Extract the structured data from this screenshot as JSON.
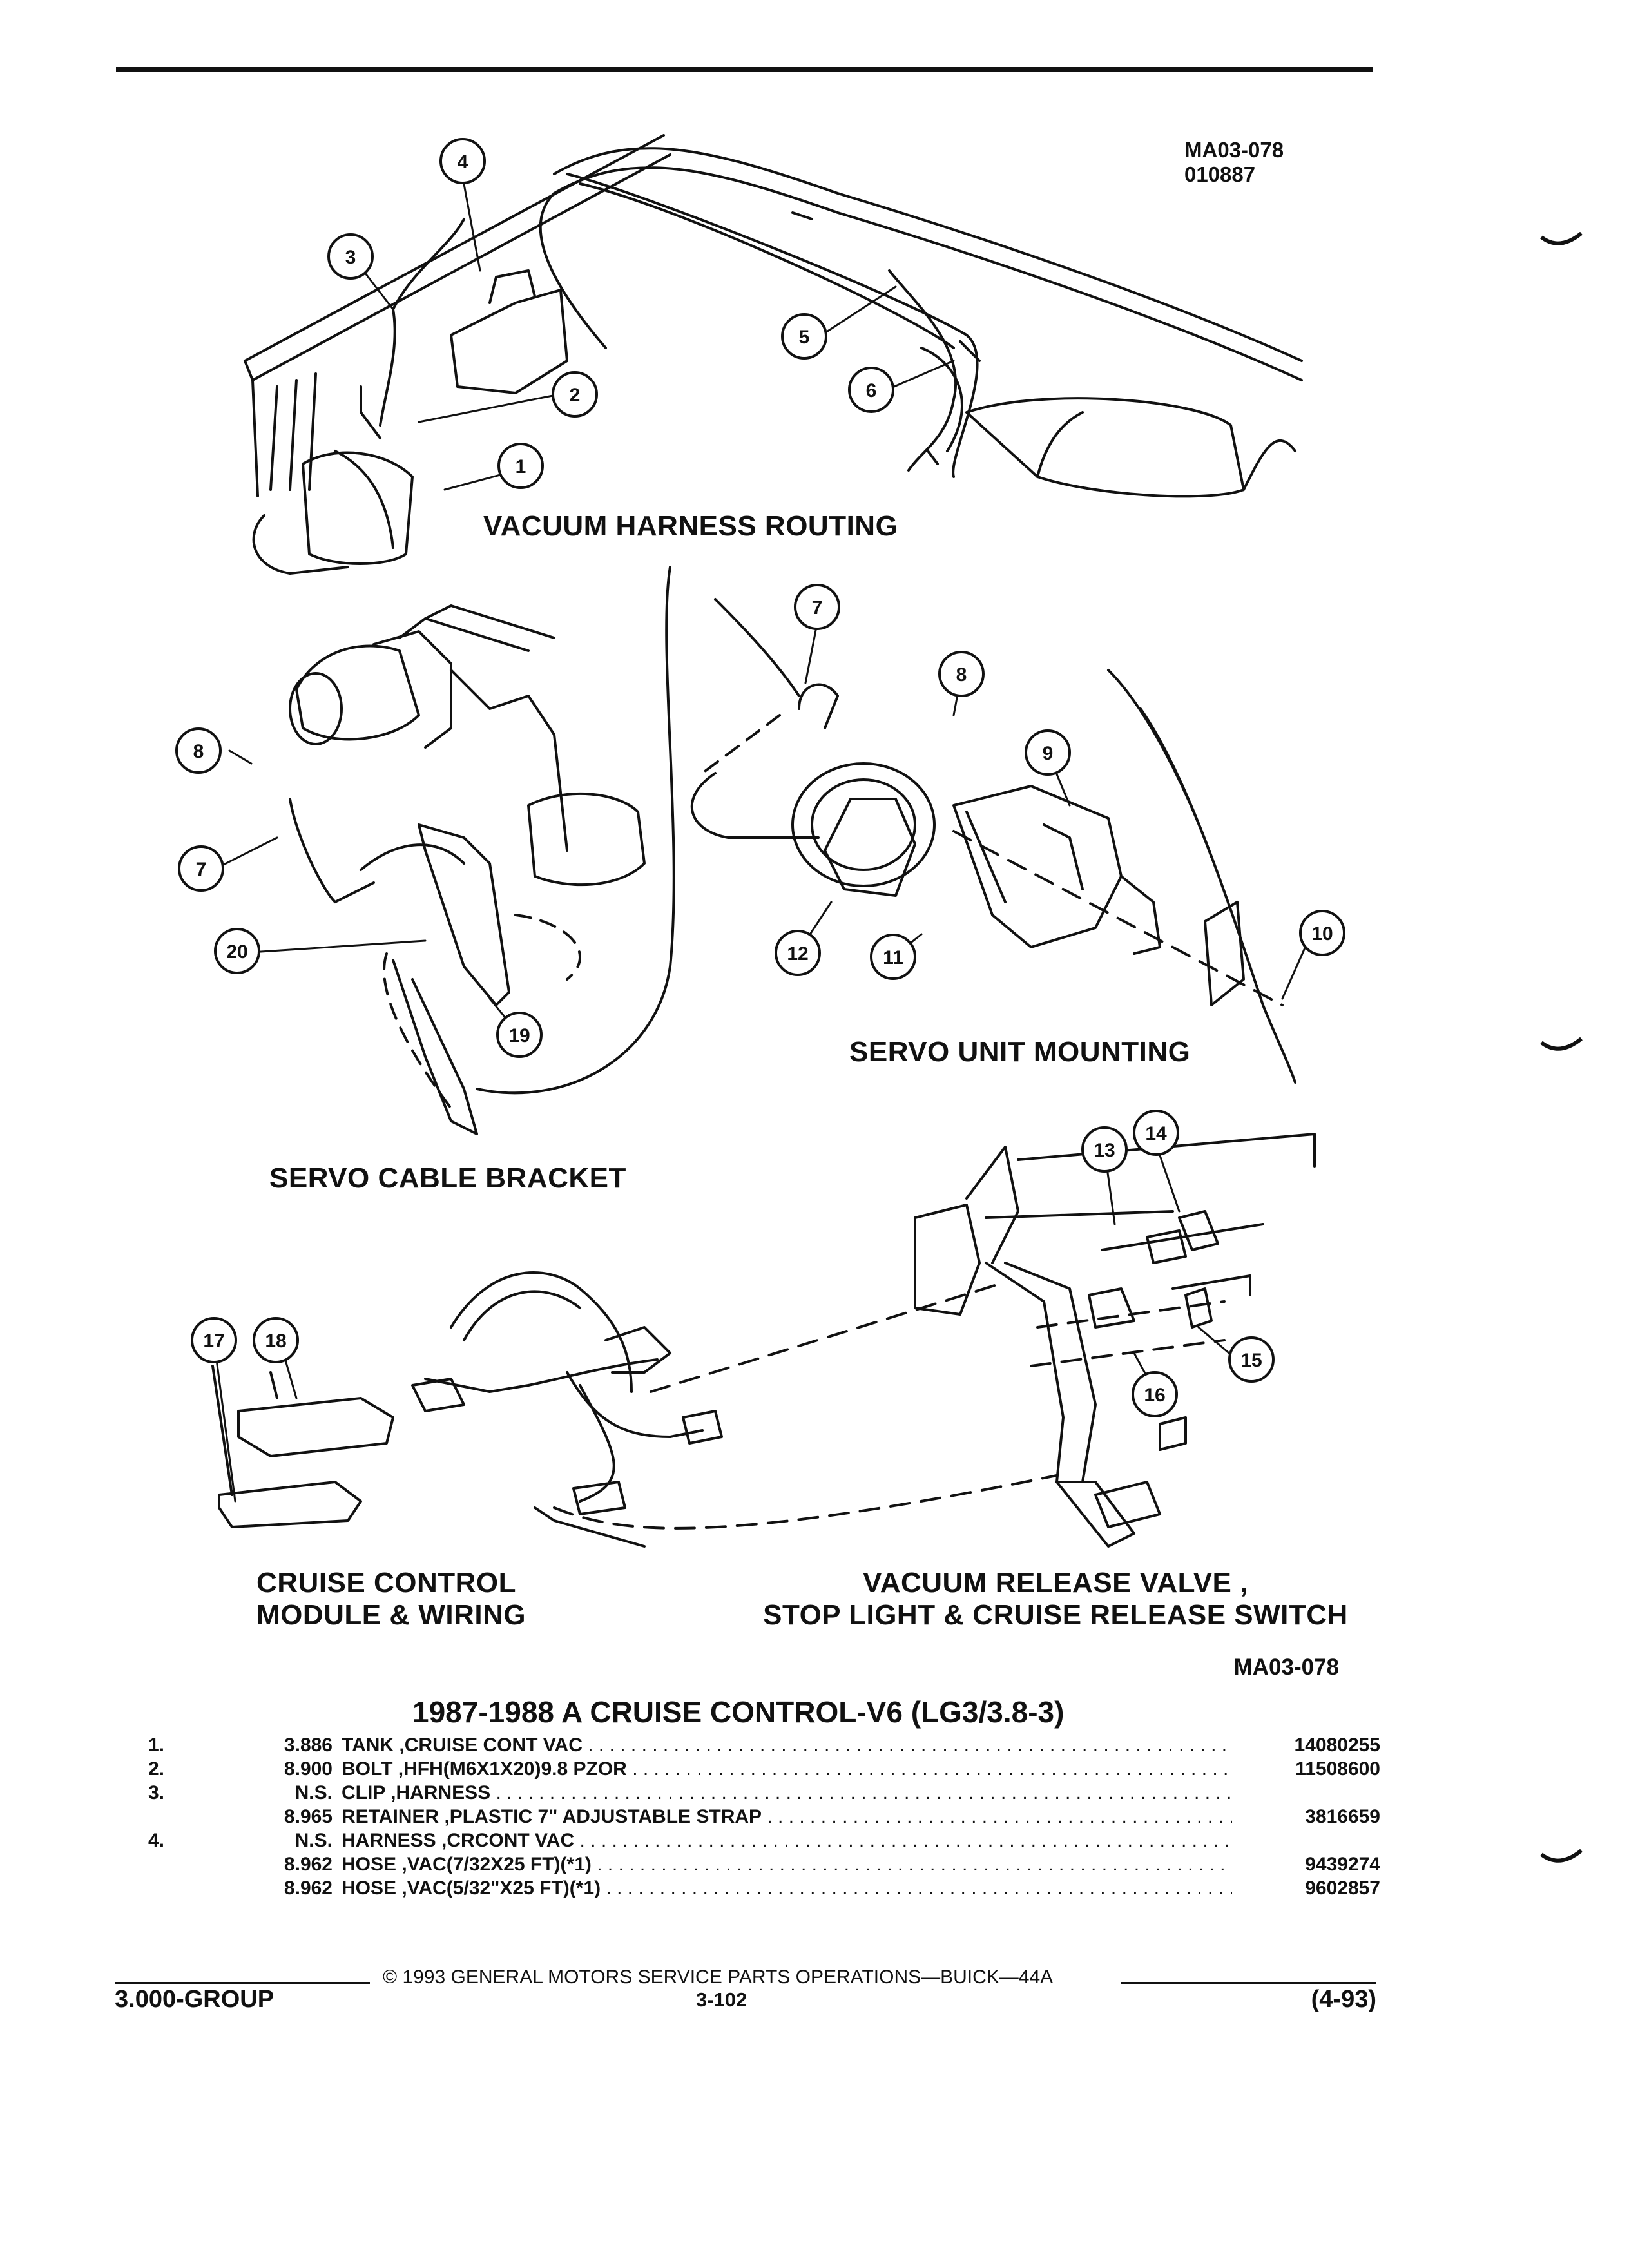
{
  "figure": {
    "id_line1": "MA03-078",
    "id_line2": "010887",
    "ref": "MA03-078"
  },
  "captions": {
    "vacuum_harness": "VACUUM HARNESS ROUTING",
    "servo_cable_bracket": "SERVO CABLE BRACKET",
    "servo_unit_mounting": "SERVO UNIT MOUNTING",
    "cruise_module_line1": "CRUISE CONTROL",
    "cruise_module_line2": "MODULE & WIRING",
    "release_valve_line1": "VACUUM RELEASE VALVE ,",
    "release_valve_line2": "STOP LIGHT & CRUISE RELEASE SWITCH"
  },
  "callouts": [
    "1",
    "2",
    "3",
    "4",
    "5",
    "6",
    "7",
    "7",
    "8",
    "8",
    "9",
    "10",
    "11",
    "12",
    "13",
    "14",
    "15",
    "16",
    "17",
    "18",
    "19",
    "20"
  ],
  "section_title": "1987-1988 A CRUISE CONTROL-V6 (LG3/3.8-3)",
  "parts": [
    {
      "no": "1.",
      "code": "3.886",
      "desc": "TANK ,CRUISE CONT VAC",
      "part": "14080255"
    },
    {
      "no": "2.",
      "code": "8.900",
      "desc": "BOLT ,HFH(M6X1X20)9.8 PZOR",
      "part": "11508600"
    },
    {
      "no": "3.",
      "code": "N.S.",
      "desc": "CLIP ,HARNESS",
      "part": ""
    },
    {
      "no": "",
      "code": "8.965",
      "desc": "RETAINER ,PLASTIC 7\" ADJUSTABLE STRAP",
      "part": "3816659"
    },
    {
      "no": "4.",
      "code": "N.S.",
      "desc": "HARNESS ,CRCONT VAC",
      "part": ""
    },
    {
      "no": "",
      "code": "8.962",
      "desc": "HOSE ,VAC(7/32X25 FT)(*1)",
      "part": "9439274"
    },
    {
      "no": "",
      "code": "8.962",
      "desc": "HOSE ,VAC(5/32\"X25 FT)(*1)",
      "part": "9602857"
    }
  ],
  "footer": {
    "copyright": "© 1993 GENERAL MOTORS SERVICE PARTS OPERATIONS—BUICK—44A",
    "group": "3.000-GROUP",
    "page": "3-102",
    "revision": "(4-93)"
  }
}
